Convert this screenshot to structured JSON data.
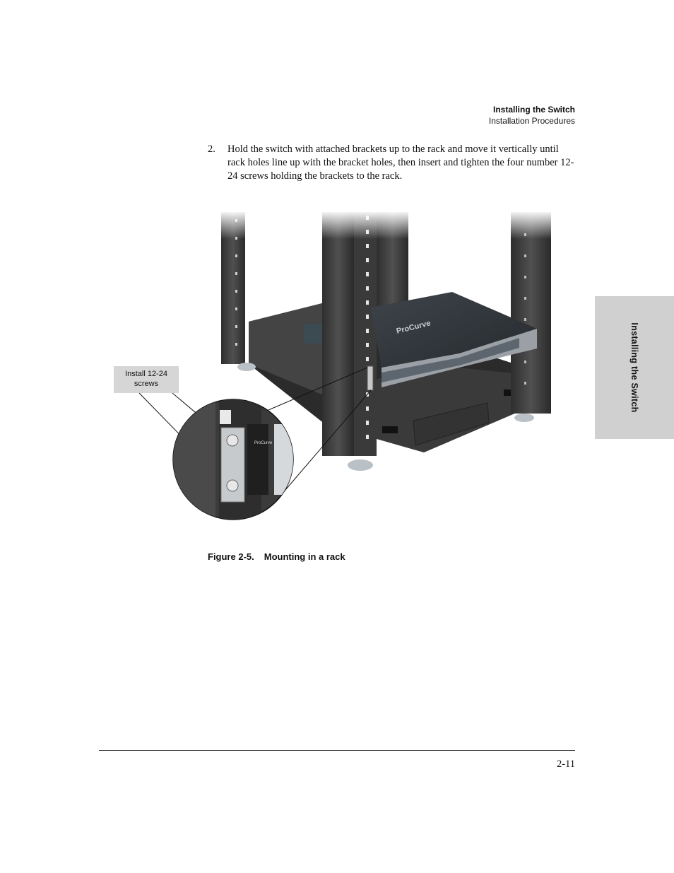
{
  "header": {
    "chapter": "Installing the Switch",
    "section": "Installation Procedures"
  },
  "step": {
    "number": "2.",
    "text": "Hold the switch with attached brackets up to the rack and move it vertically until rack holes line up with the bracket holes, then insert and tighten the four number 12-24 screws holding the brackets to the rack."
  },
  "side_tab": {
    "label": "Installing the Switch"
  },
  "figure": {
    "callout_line1": "Install 12-24",
    "callout_line2": "screws",
    "brand_text": "ProCurve",
    "zoom_brand": "ProCurve"
  },
  "caption": {
    "label": "Figure 2-5.",
    "title": "Mounting in a rack"
  },
  "footer": {
    "page_number": "2-11"
  }
}
